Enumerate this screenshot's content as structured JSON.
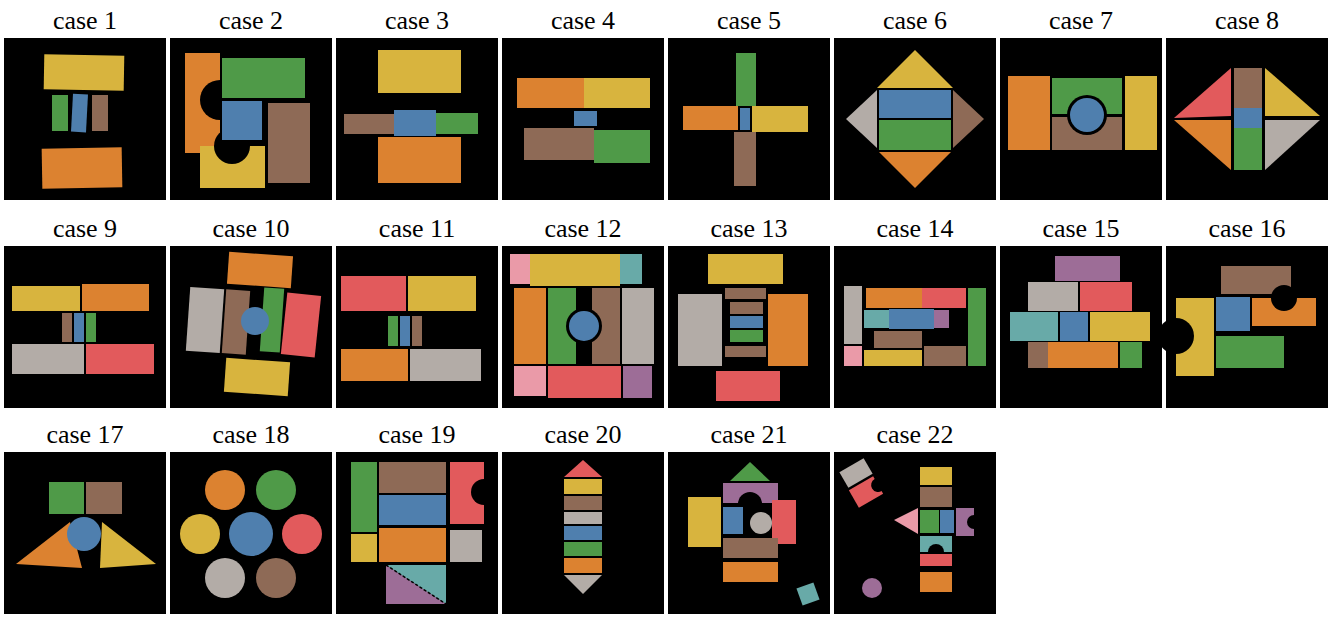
{
  "diagram": {
    "nodes": [
      {
        "text": [
          "case 1"
        ]
      },
      {
        "text": [
          "case 2"
        ]
      },
      {
        "text": [
          "case 3"
        ]
      },
      {
        "text": [
          "case 4"
        ]
      },
      {
        "text": [
          "case 5"
        ]
      },
      {
        "text": [
          "case 6"
        ]
      },
      {
        "text": [
          "case 7"
        ]
      },
      {
        "text": [
          "case 8"
        ]
      },
      {
        "text": [
          "case 9"
        ]
      },
      {
        "text": [
          "case 10"
        ]
      },
      {
        "text": [
          "case 11"
        ]
      },
      {
        "text": [
          "case 12"
        ]
      },
      {
        "text": [
          "case 13"
        ]
      },
      {
        "text": [
          "case 14"
        ]
      },
      {
        "text": [
          "case 15"
        ]
      },
      {
        "text": [
          "case 16"
        ]
      },
      {
        "text": [
          "case 17"
        ]
      },
      {
        "text": [
          "case 18"
        ]
      },
      {
        "text": [
          "case 19"
        ]
      },
      {
        "text": [
          "case 20"
        ]
      },
      {
        "text": [
          "case 21"
        ]
      },
      {
        "text": [
          "case 22"
        ]
      }
    ]
  }
}
